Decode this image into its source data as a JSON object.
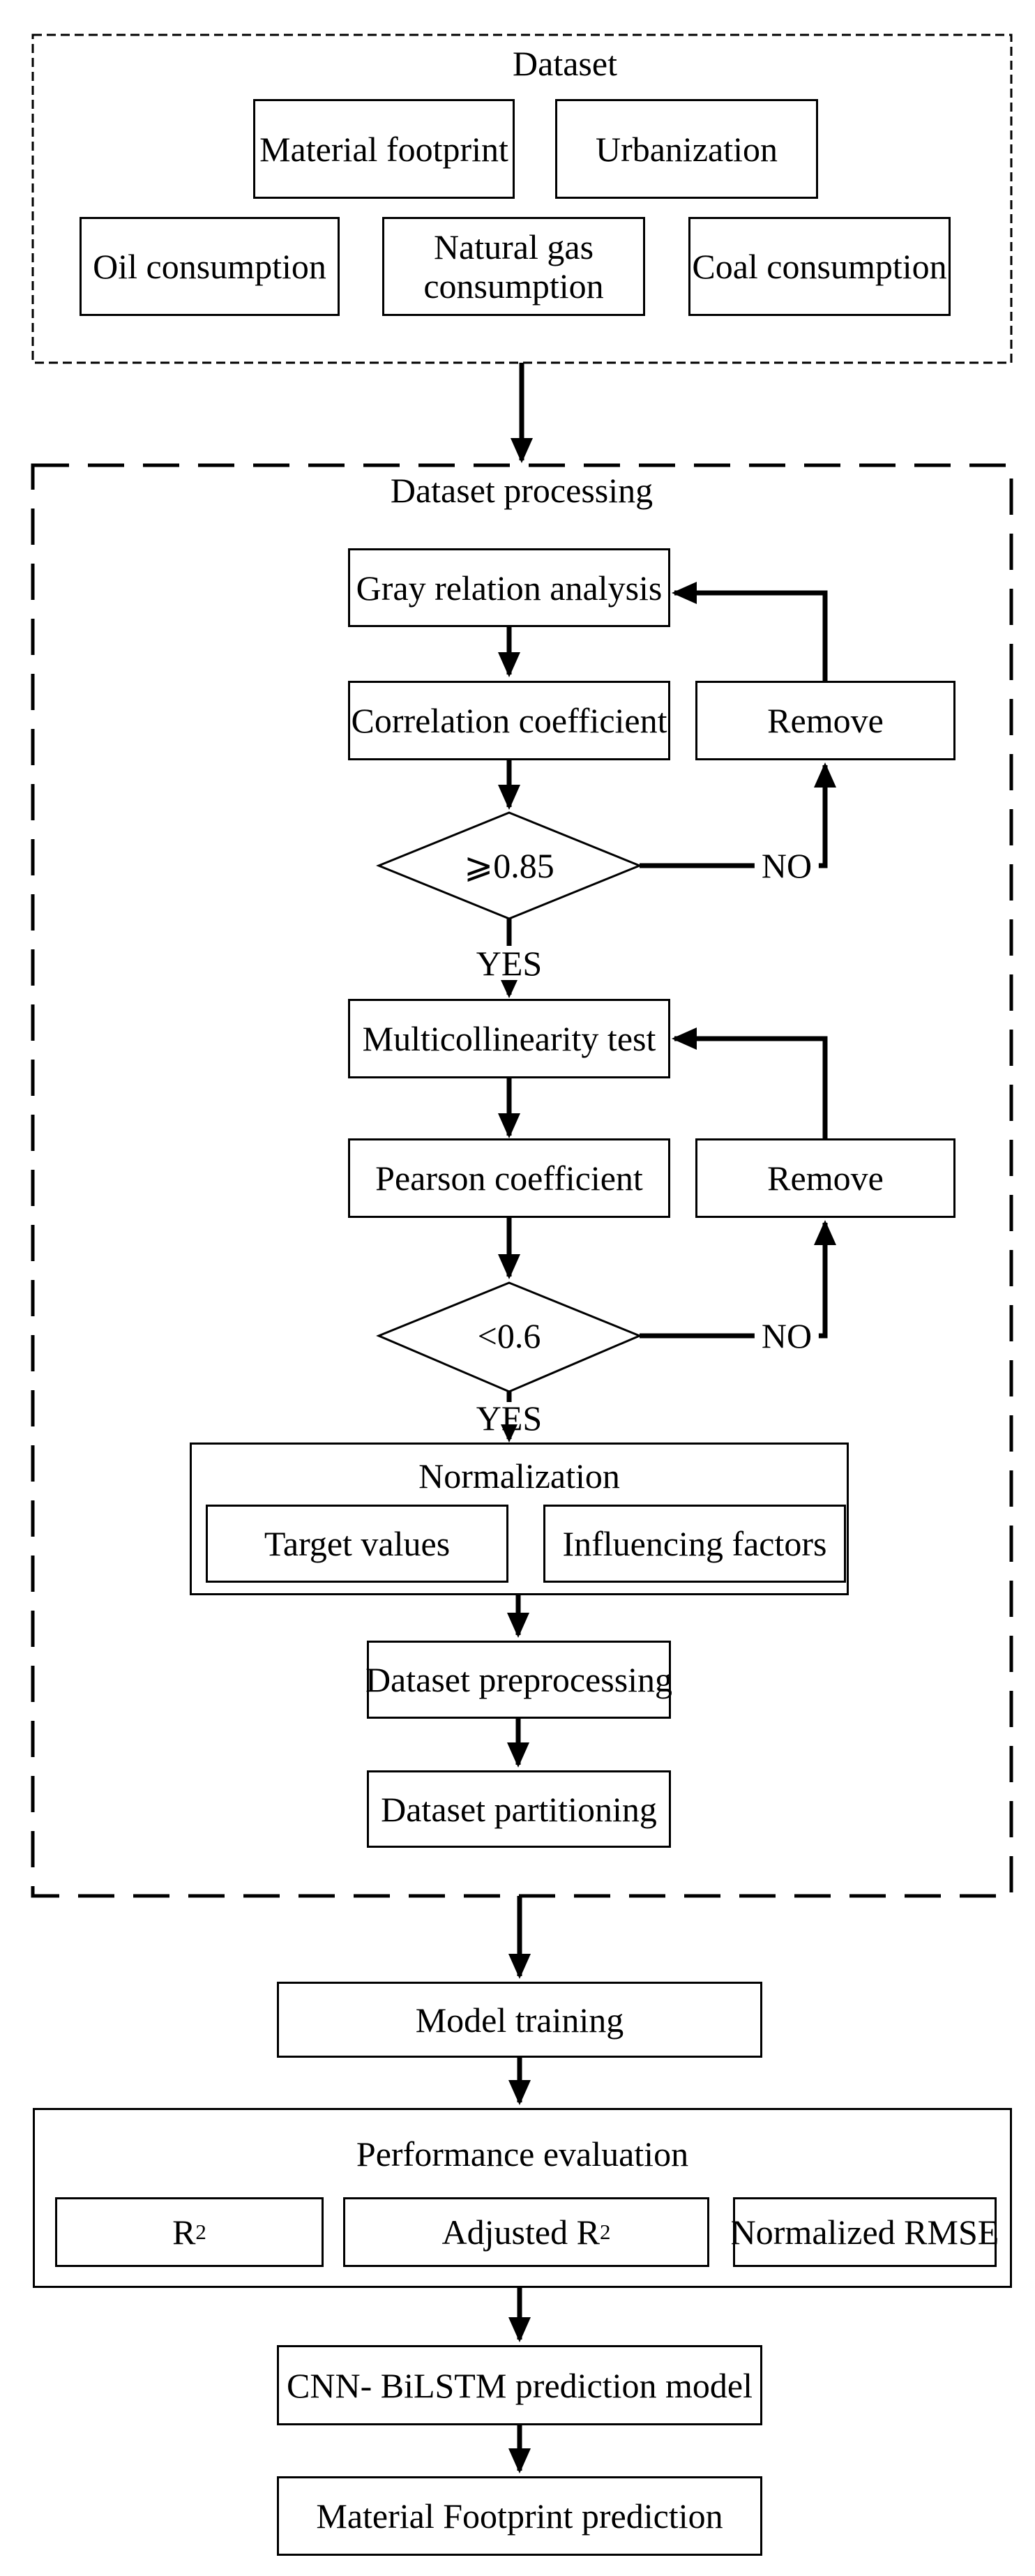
{
  "colors": {
    "ink": "#000000",
    "background": "#ffffff"
  },
  "dataset": {
    "title": "Dataset",
    "material": "Material footprint",
    "urbanization": "Urbanization",
    "oil": "Oil consumption",
    "natural_gas": "Natural gas consumption",
    "coal": "Coal consumption"
  },
  "processing": {
    "title": "Dataset processing",
    "gray_relation": "Gray relation analysis",
    "correlation": "Correlation coefficient",
    "remove_1": "Remove",
    "decision_1": "⩾0.85",
    "no_1": "NO",
    "yes_1": "YES",
    "multicollinearity": "Multicollinearity test",
    "pearson": "Pearson coefficient",
    "remove_2": "Remove",
    "decision_2": "<0.6",
    "no_2": "NO",
    "yes_2": "YES",
    "normalization_title": "Normalization",
    "target_values": "Target values",
    "influencing_factors": "Influencing factors",
    "preprocessing": "Dataset preprocessing",
    "partitioning": "Dataset partitioning"
  },
  "training": {
    "label": "Model training"
  },
  "evaluation": {
    "title": "Performance evaluation",
    "r2_base": "R",
    "r2_sup": "2",
    "adjusted_r2_base": "Adjusted R",
    "adjusted_r2_sup": "2",
    "normalized_rmse": "Normalized RMSE"
  },
  "output": {
    "model": "CNN- BiLSTM prediction model",
    "prediction": "Material Footprint prediction"
  }
}
